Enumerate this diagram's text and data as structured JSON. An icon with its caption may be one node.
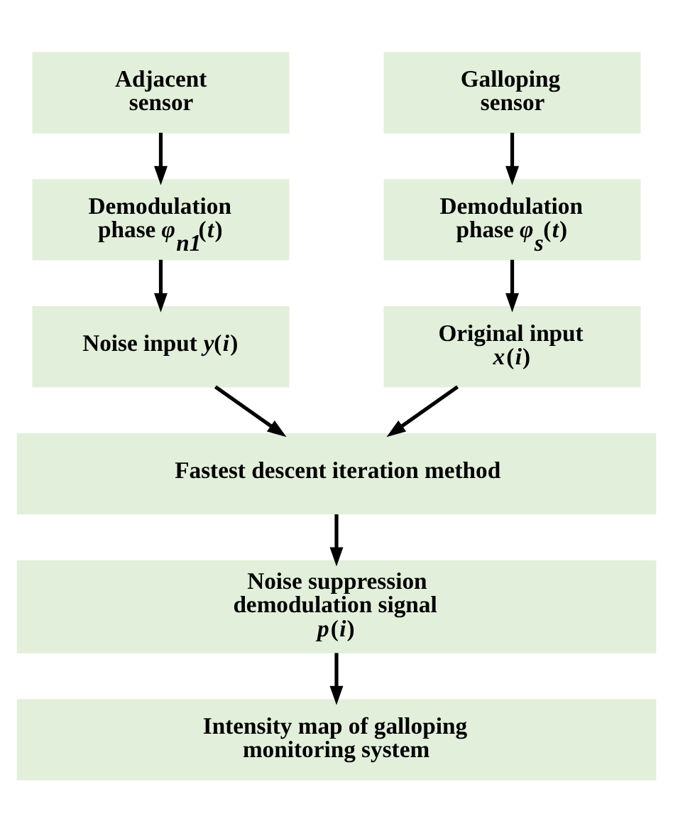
{
  "diagram": {
    "nodes": [
      {
        "text": [
          "Adjacent sensor"
        ]
      },
      {
        "text": [
          "Galloping sensor"
        ]
      },
      {
        "text": [
          "Demodulation phase *φ*$_{n1}$(*t*)"
        ]
      },
      {
        "text": [
          "Demodulation phase *φ*$_{s}$(*t*)"
        ]
      },
      {
        "text": [
          "Noise input *y*(*i*)"
        ]
      },
      {
        "text": [
          "Original input *x*(*i*)"
        ]
      },
      {
        "text": [
          "Fastest descent iteration method"
        ]
      },
      {
        "text": [
          "Noise suppression demodulation signal *p*(*i*)"
        ]
      },
      {
        "text": [
          "Intensity map of galloping monitoring system"
        ]
      }
    ],
    "edges": [
      {
        "from": 0,
        "to": 2,
        "arrow": "to"
      },
      {
        "from": 2,
        "to": 4,
        "arrow": "to"
      },
      {
        "from": 1,
        "to": 3,
        "arrow": "to"
      },
      {
        "from": 3,
        "to": 5,
        "arrow": "to"
      },
      {
        "from": 4,
        "to": 6,
        "arrow": "to"
      },
      {
        "from": 5,
        "to": 6,
        "arrow": "to"
      },
      {
        "from": 6,
        "to": 7,
        "arrow": "to"
      },
      {
        "from": 7,
        "to": 8,
        "arrow": "to"
      }
    ]
  }
}
